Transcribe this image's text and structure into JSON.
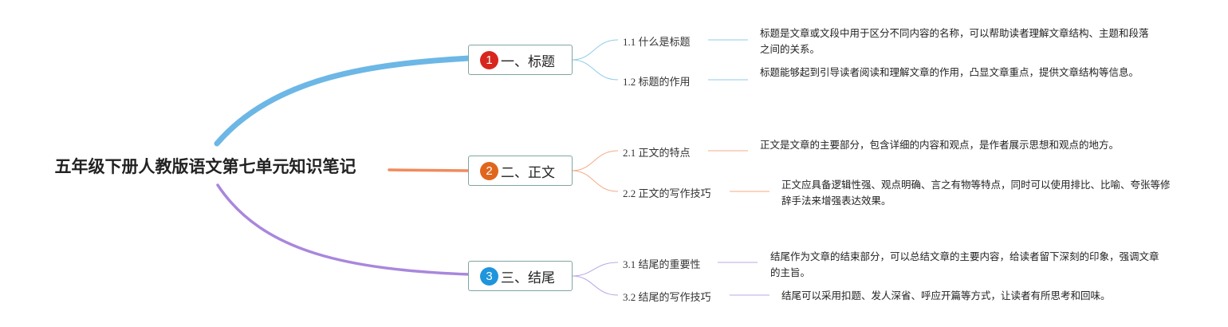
{
  "root": {
    "title": "五年级下册人教版语文第七单元知识笔记"
  },
  "colors": {
    "branch1": "#6cb7e6",
    "branch2": "#f28a5c",
    "branch3": "#a987dc",
    "badge1": "#d7261d",
    "badge2": "#e0661d",
    "badge3": "#1f95dc"
  },
  "branches": [
    {
      "number": "1",
      "label": "一、标题",
      "subs": [
        {
          "label": "1.1 什么是标题",
          "desc": "标题是文章或文段中用于区分不同内容的名称，可以帮助读者理解文章结构、主题和段落之间的关系。"
        },
        {
          "label": "1.2 标题的作用",
          "desc": "标题能够起到引导读者阅读和理解文章的作用，凸显文章重点，提供文章结构等信息。"
        }
      ]
    },
    {
      "number": "2",
      "label": "二、正文",
      "subs": [
        {
          "label": "2.1 正文的特点",
          "desc": "正文是文章的主要部分，包含详细的内容和观点，是作者展示思想和观点的地方。"
        },
        {
          "label": "2.2 正文的写作技巧",
          "desc": "正文应具备逻辑性强、观点明确、言之有物等特点，同时可以使用排比、比喻、夸张等修辞手法来增强表达效果。"
        }
      ]
    },
    {
      "number": "3",
      "label": "三、结尾",
      "subs": [
        {
          "label": "3.1 结尾的重要性",
          "desc": "结尾作为文章的结束部分，可以总结文章的主要内容，给读者留下深刻的印象，强调文章的主旨。"
        },
        {
          "label": "3.2 结尾的写作技巧",
          "desc": "结尾可以采用扣题、发人深省、呼应开篇等方式，让读者有所思考和回味。"
        }
      ]
    }
  ]
}
